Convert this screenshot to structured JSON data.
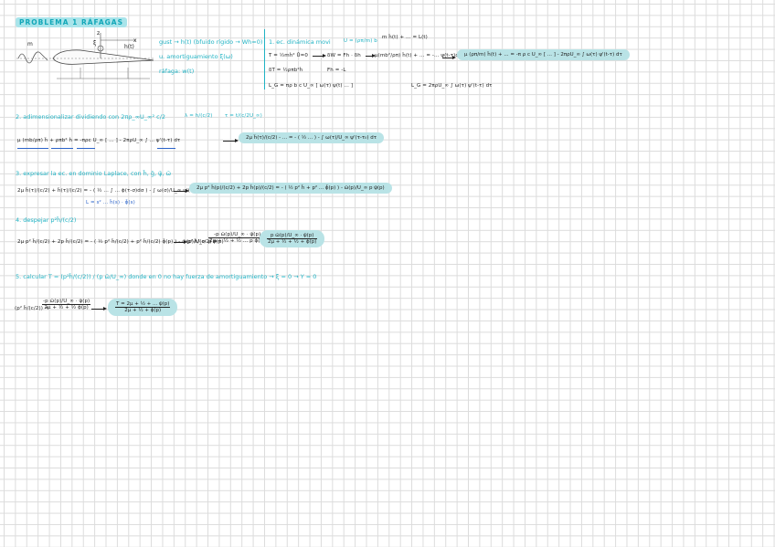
{
  "title": "PROBLEMA 1 RÁFAGAS",
  "header_notes": {
    "gust": "gust → h(t) (bfuido rígido → Wh=0)",
    "no_damping": "u. amortiguamiento ξ(ω)",
    "gust_wg": "ráfaga: w(t)",
    "section1": "1. ec. dinámica movi",
    "u_def": "U = (ρπ/m) b",
    "m_label": "m",
    "xi_label": "ξ",
    "h_label": "h(t)",
    "z_label": "z",
    "x_label": "x"
  },
  "eqs": {
    "e1": "T = ½mḣ²    Ū=0",
    "e2": "δW = Fh · δh",
    "e3": "δT = ½ρπb²ḣ",
    "e4": "Fh = -L",
    "e5": "L_G = πρ b c U_∞ [ ω(τ) ψ(t) ... ]",
    "e6": "m ḧ(t) + ... = L(t)",
    "e7": "μ(mb²/ρπ) ḧ(t) + ... = -... ψ(t-τ)dτ",
    "e8": "L_G = 2πρU_∞ ∫ ω(τ) ψ'(t-τ) dτ",
    "boxed1": "μ (ρπ/m) ḧ(t) + ... = -π ρ c U_∞ [ ... ] - 2πρU_∞ ∫ ω(τ) ψ'(t-τ) dτ"
  },
  "steps": [
    {
      "heading": "2. adimensionalizar dividiendo con  2πρ_∞U_∞² c/2",
      "aux1": "λ = h/(c/2)",
      "aux2": "τ = t/(c/2U_∞)",
      "eq": "μ (mb/ρπ) ḧ + ρπb² ḣ = -πρc U_∞ [ ... ] - 2πρU_∞ ∫ ... ψ'(t-τ) dτ",
      "boxed": "2μ ḧ(τ)/(c/2) - ... = - ( ½ ... ) - ∫ ω(τ)/U_∞ ψ'(τ-τ₀) dτ"
    },
    {
      "heading": "3. expresar la ec. en dominio Laplace, con  h̄, ḡ, ψ̄, ω̄",
      "eq": "2μ ḧ(τ)/(c/2) + ḧ(τ)/(c/2) = - ( ½ ... ∫ ... ϕ(τ-σ)dσ ) - ∫ ω(σ)/U_∞ ψ'(τ-σ)dσ",
      "note": "L = s² ... h̄(s) · ϕ̄(s)",
      "boxed": "2μ p² h̄(p)/(c/2) + 2p h̄(p)/(c/2) = - ( ½ p² h̄ + p² ... ϕ̄(p) ) - ω̄(p)/U_∞ p ψ̄(p)"
    },
    {
      "heading": "4. despejar  p²h̄/(c/2)",
      "eq": "2μ p² h̄/(c/2) + 2p h̄/(c/2) = - ( ½ p² h̄/(c/2) + p² h̄/(c/2) ϕ̄(p) ) - ω̄(p)/U_∞ p ψ̄(p)",
      "lhs": "p² h̄/(c/2) =",
      "rhs_n": "-p ω̄(p)/U_∞ · ψ̄(p)",
      "rhs_d": "2μ + ½ + ½ ... p ϕ̄(p)",
      "boxed_n": "p ω̄(p)/U_∞ · ψ̄(p)",
      "boxed_d": "2μ + ½ + ½ + ϕ̄(p)"
    },
    {
      "heading": "5. calcular  T = (p²h̄/(c/2)) / (p ω̄/U_∞)  donde en 0 no hay fuerza de amortiguamiento → ξ = 0 → Υ = 0",
      "lhs": "(p² h̄/(c/2)) =",
      "lhs_n": "-p ω̄(p)/U_∞ · ψ̄(p)",
      "lhs_d": "2μ + ½ + ½ ϕ̄(p)",
      "boxed_n": "T = 2μ + ½ + ... ψ̄(p)",
      "boxed_d": "2μ + ½ + ϕ̄(p)"
    }
  ]
}
